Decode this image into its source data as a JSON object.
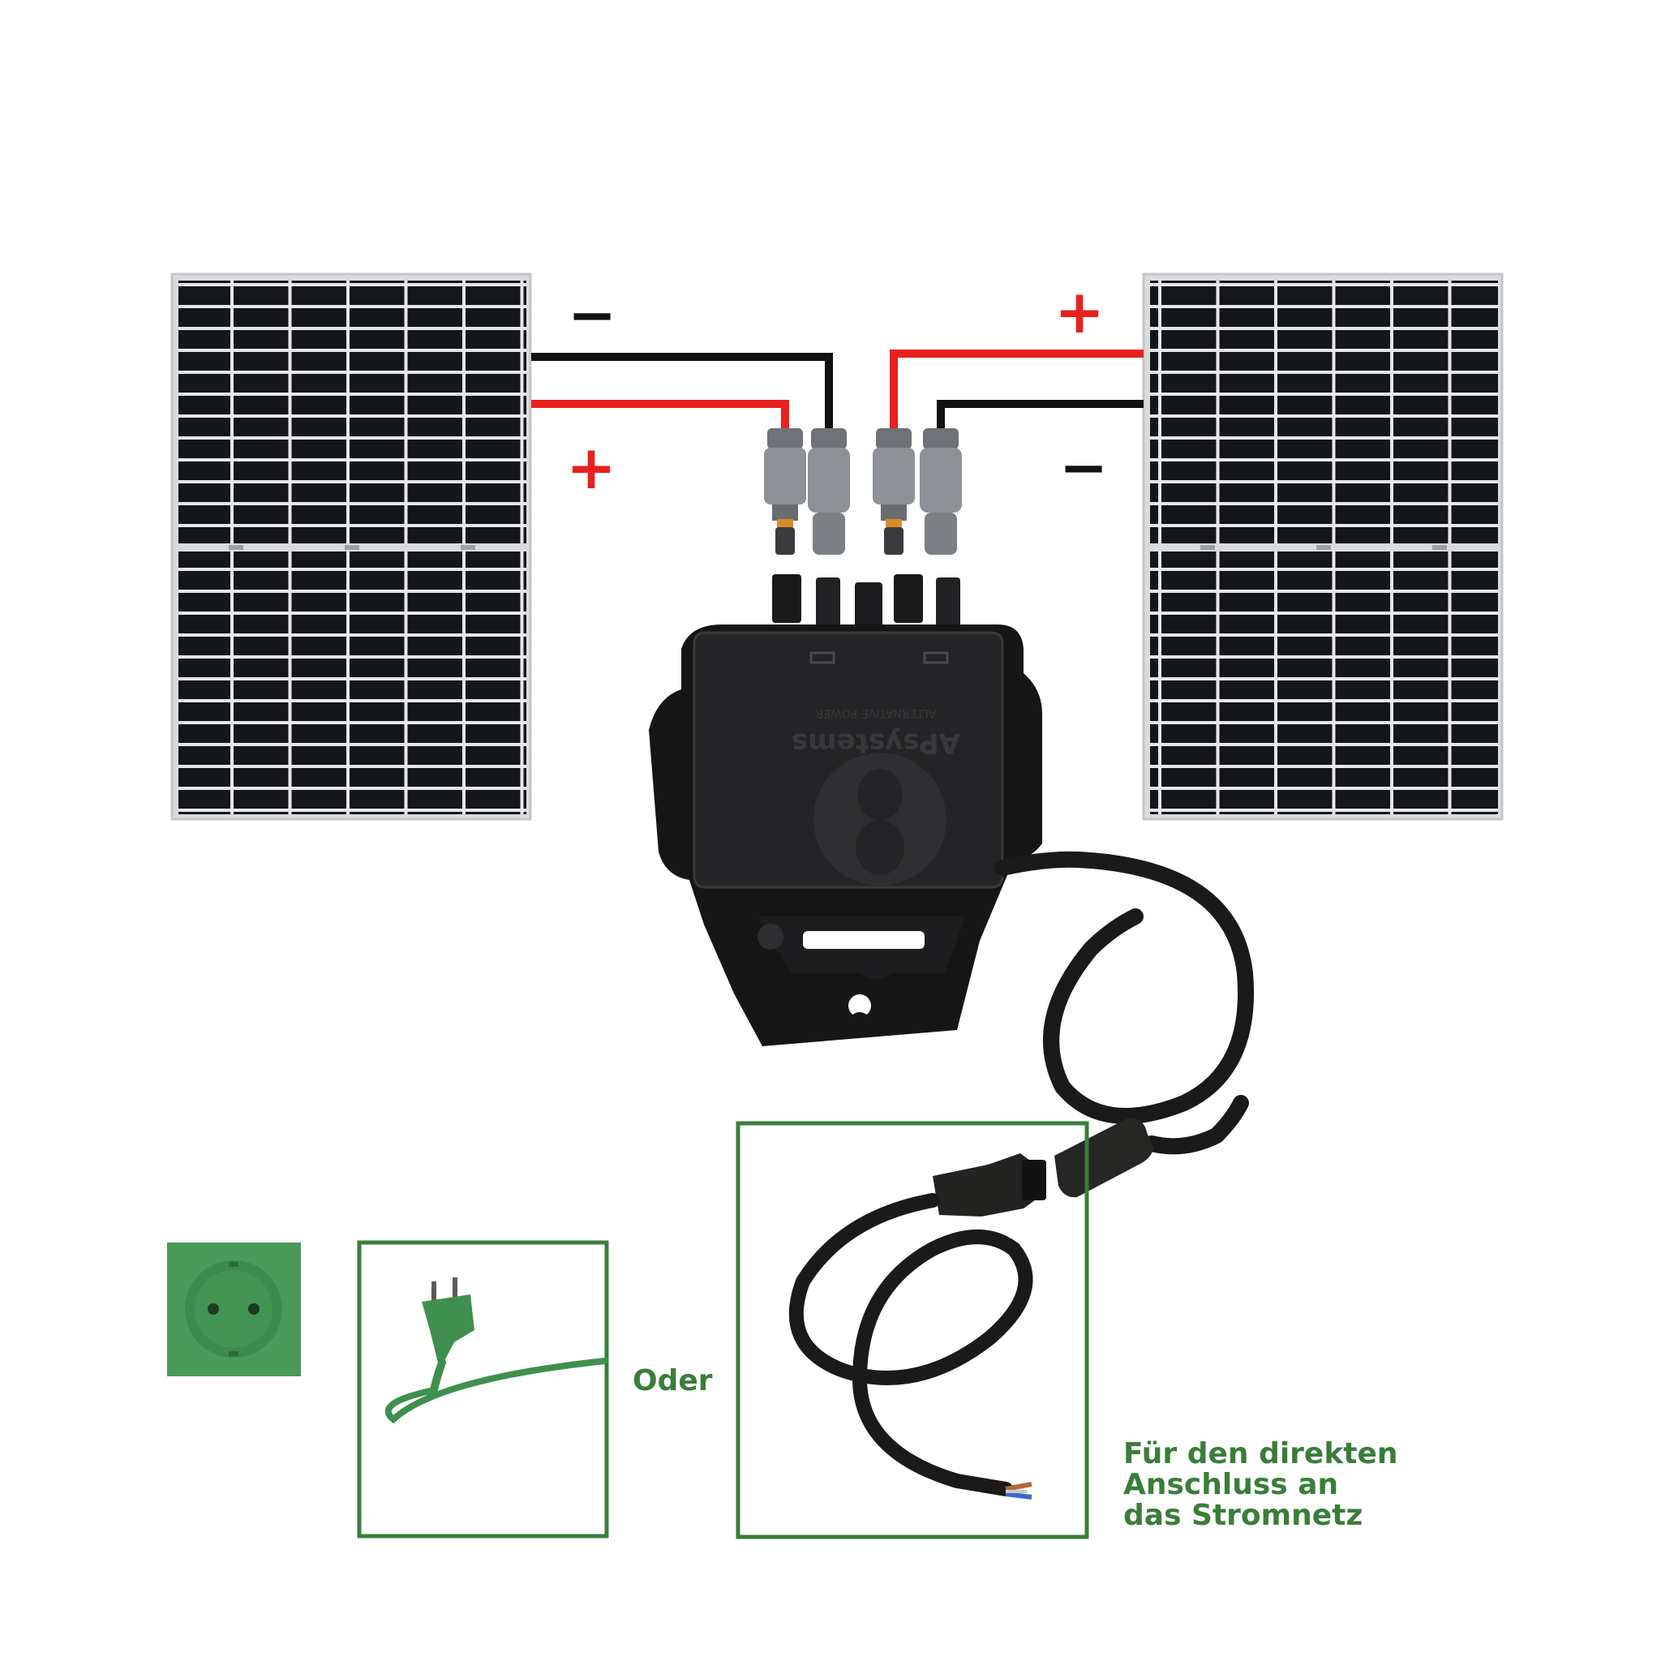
{
  "labels": {
    "left_top_sign": "−",
    "left_bottom_sign": "+",
    "right_top_sign": "+",
    "right_bottom_sign": "−",
    "oder": "Oder",
    "direct_line1": "Für den direkten",
    "direct_line2": "Anschluss an",
    "direct_line3": "das Stromnetz",
    "brand": "APsystems",
    "brand_sub": "ALTERNATIVE POWER"
  },
  "colors": {
    "positive_wire": "#e8211f",
    "negative_wire": "#111111",
    "green_box": "#3a7d3a",
    "socket_green": "#4a9a5a",
    "panel_cell": "#15161a",
    "panel_frame": "#d4d6d8",
    "inverter_body": "#1f1f21"
  },
  "icons": {
    "outlet": "schuko-socket-icon",
    "plug": "schuko-plug-icon"
  }
}
